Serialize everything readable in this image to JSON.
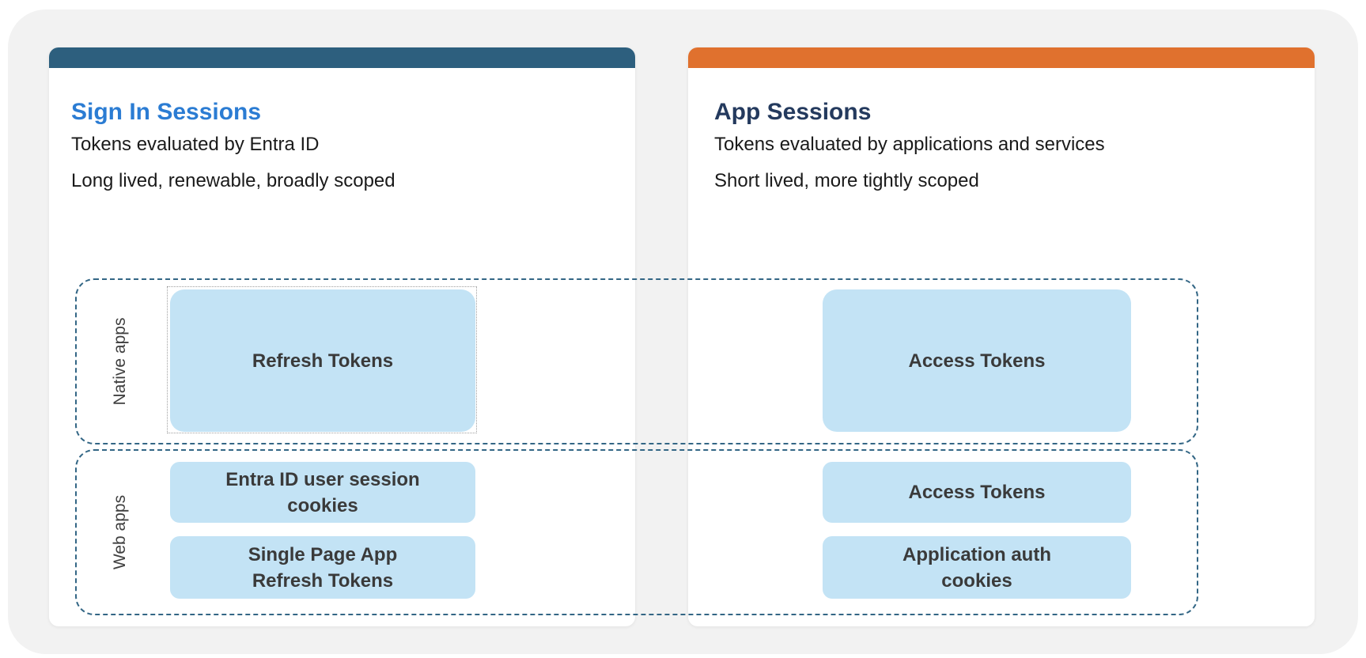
{
  "diagram": {
    "left_card": {
      "title": "Sign In Sessions",
      "subtitle": "Tokens evaluated by Entra ID",
      "description": "Long lived, renewable, broadly scoped",
      "accent_color": "#2d5f7e",
      "title_color": "#2b7cd3"
    },
    "right_card": {
      "title": "App Sessions",
      "subtitle": "Tokens evaluated by applications and services",
      "description": "Short lived, more tightly scoped",
      "accent_color": "#e0712e",
      "title_color": "#243a5e"
    },
    "rows": [
      {
        "label": "Native apps",
        "sign_in_tokens": [
          "Refresh Tokens"
        ],
        "app_tokens": [
          "Access Tokens"
        ]
      },
      {
        "label": "Web apps",
        "sign_in_tokens": [
          "Entra ID user session\ncookies",
          "Single Page App\nRefresh Tokens"
        ],
        "app_tokens": [
          "Access Tokens",
          "Application auth\ncookies"
        ]
      }
    ],
    "colors": {
      "token_box_fill": "#c3e3f5",
      "dashed_outline": "#336685",
      "canvas_background": "#f2f2f2",
      "body_text": "#1a1a1a",
      "token_text": "#3a3a3a",
      "row_label_text": "#404040"
    }
  }
}
